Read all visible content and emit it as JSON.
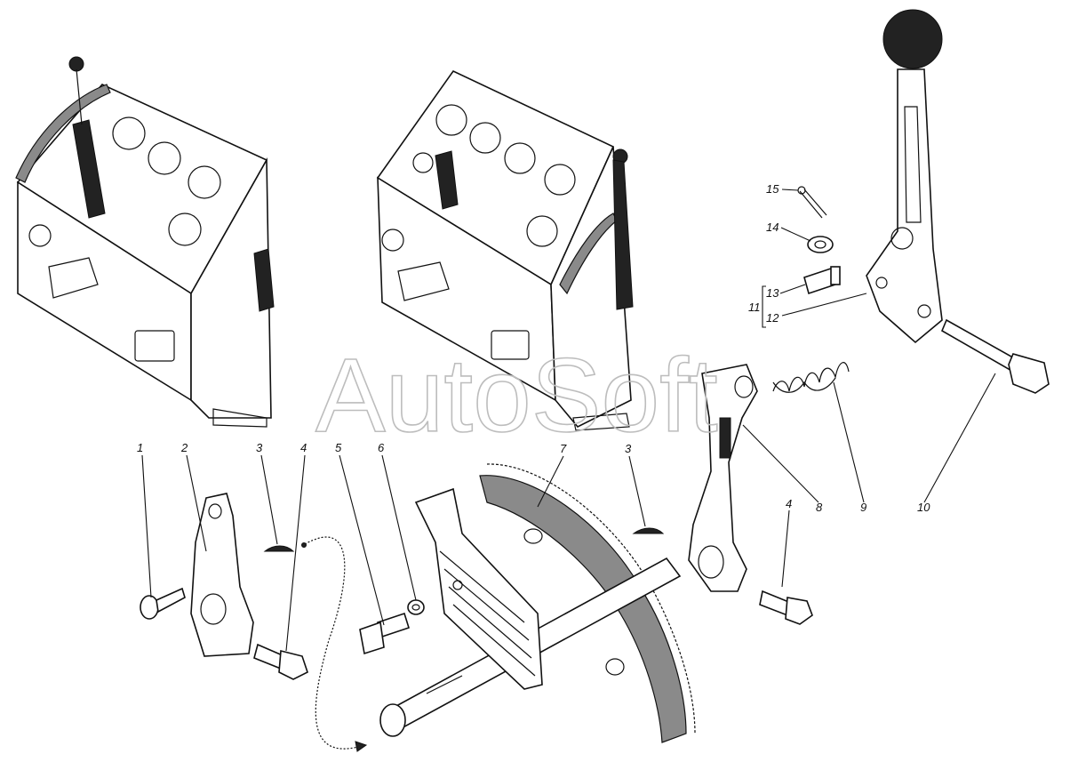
{
  "watermark": "AutoSoft",
  "callouts": [
    {
      "id": "c1",
      "text": "1"
    },
    {
      "id": "c2",
      "text": "2"
    },
    {
      "id": "c3a",
      "text": "3"
    },
    {
      "id": "c4a",
      "text": "4"
    },
    {
      "id": "c5",
      "text": "5"
    },
    {
      "id": "c6",
      "text": "6"
    },
    {
      "id": "c7",
      "text": "7"
    },
    {
      "id": "c3b",
      "text": "3"
    },
    {
      "id": "c8",
      "text": "8"
    },
    {
      "id": "c9",
      "text": "9"
    },
    {
      "id": "c10",
      "text": "10"
    },
    {
      "id": "c4b",
      "text": "4"
    },
    {
      "id": "c11",
      "text": "11"
    },
    {
      "id": "c12",
      "text": "12"
    },
    {
      "id": "c13",
      "text": "13"
    },
    {
      "id": "c14",
      "text": "14"
    },
    {
      "id": "c15",
      "text": "15"
    }
  ]
}
